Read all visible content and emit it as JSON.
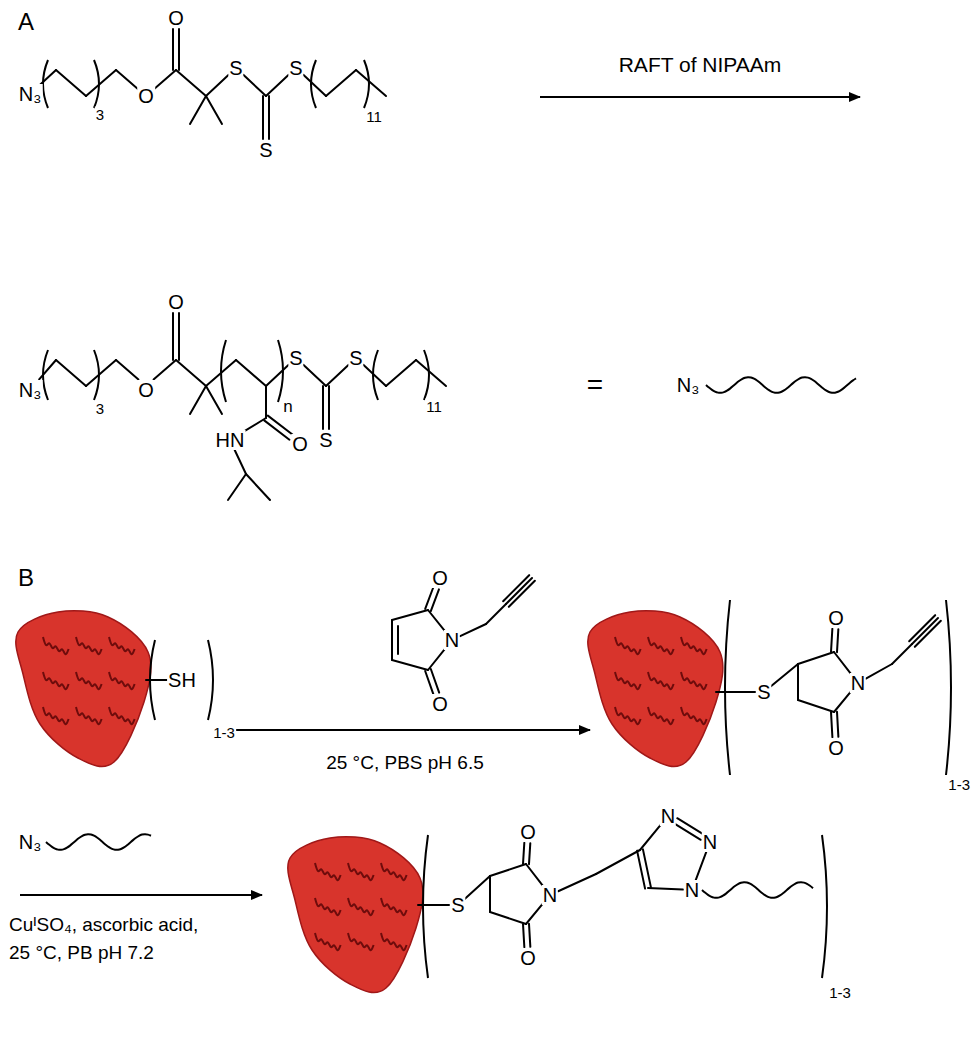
{
  "diagram": {
    "labels": [
      "A",
      "N₃",
      "3",
      "O",
      "O",
      "S",
      "S",
      "S",
      "11",
      "RAFT of NIPAAm",
      "N₃",
      "3",
      "O",
      "O",
      "n",
      "S",
      "S",
      "S",
      "11",
      "HN",
      "O",
      "=",
      "N₃",
      "B",
      "SH",
      "1-3",
      "O",
      "O",
      "N",
      "25 °C, PBS pH 6.5",
      "S",
      "O",
      "N",
      "O",
      "1-3",
      "N₃",
      "CuᴵSO₄, ascorbic acid,",
      "25 °C, PB pH 7.2",
      "S",
      "O",
      "N",
      "O",
      "N",
      "N",
      "N",
      "1-3"
    ]
  }
}
